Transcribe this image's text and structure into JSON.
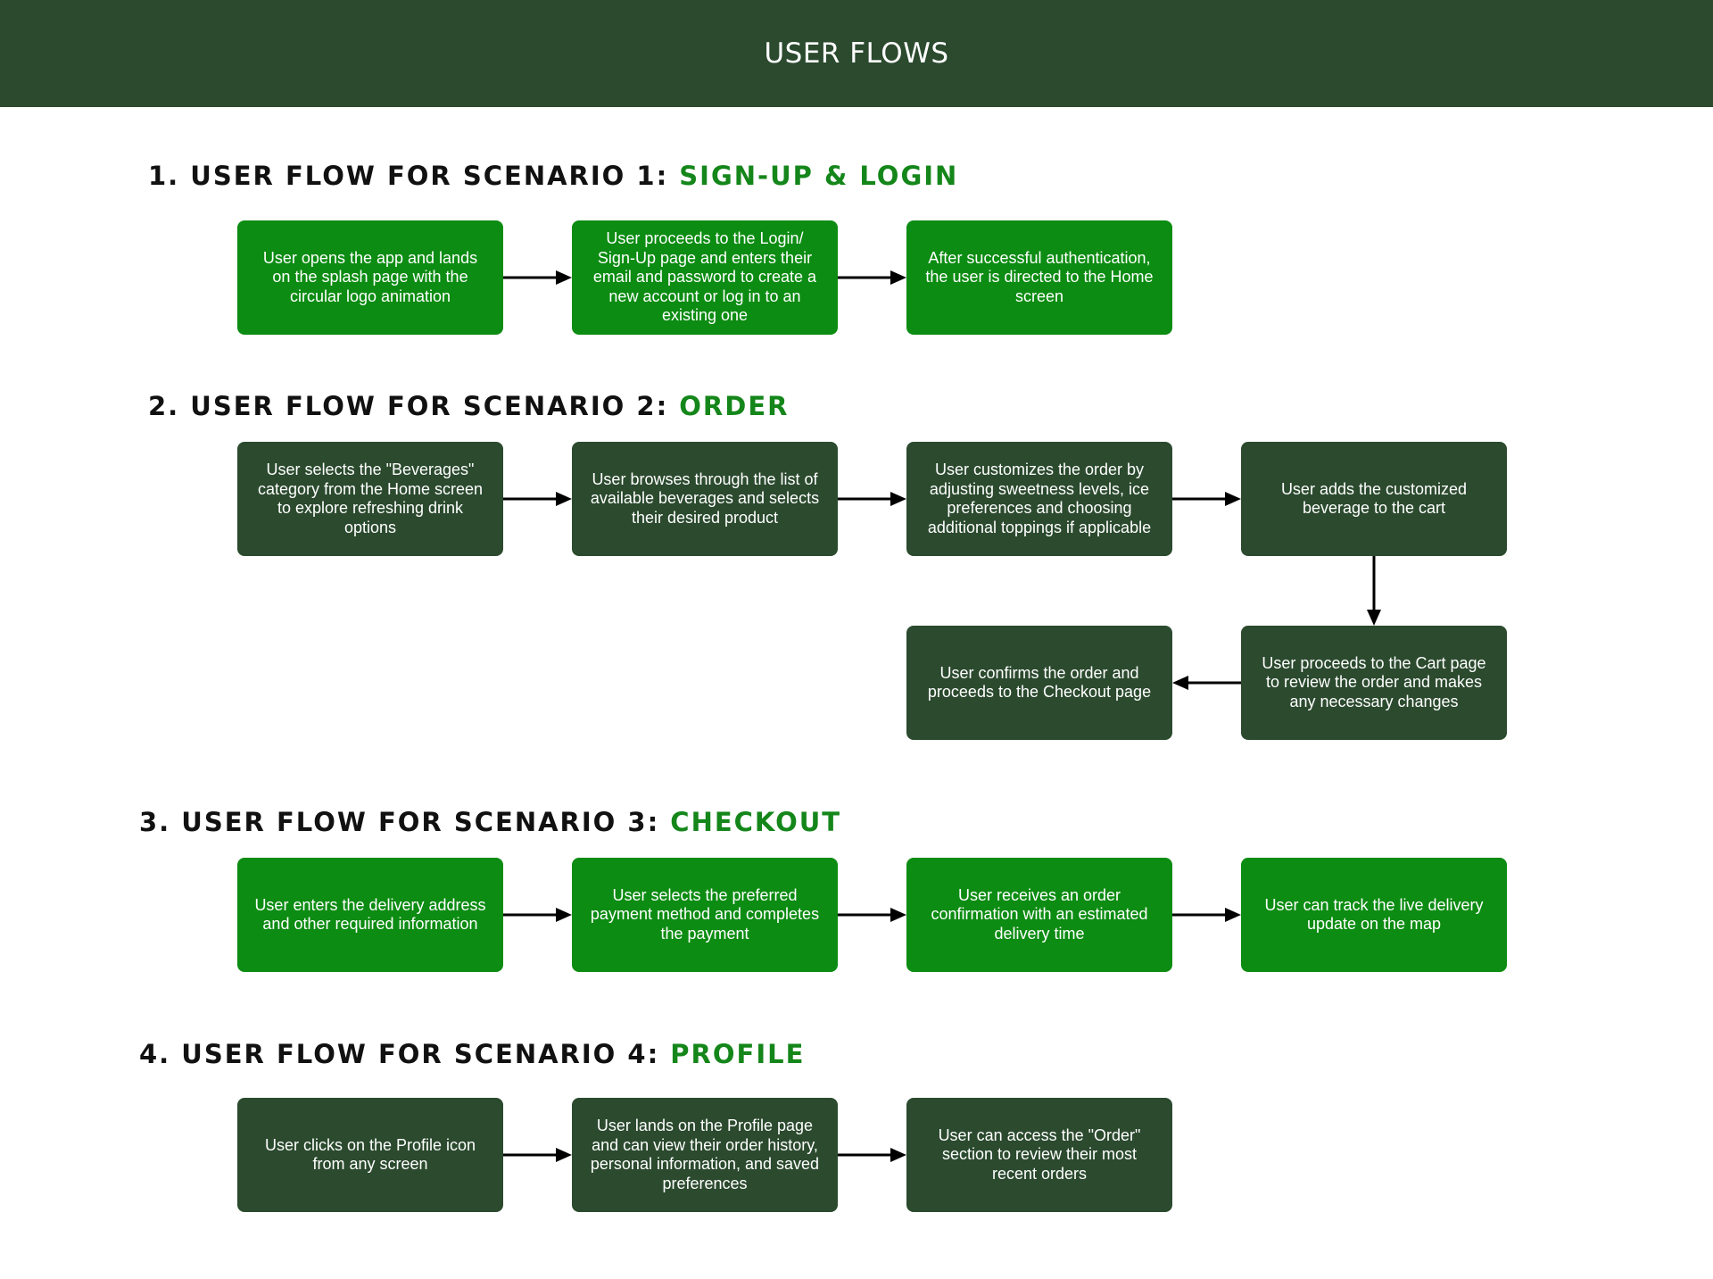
{
  "header": {
    "title": "USER FLOWS"
  },
  "colors": {
    "header_bg": "#2b4a2e",
    "accent_green": "#14861a",
    "light_box": "#0c8c12",
    "dark_box": "#2b4a2e"
  },
  "sections": [
    {
      "title_prefix": "1. USER FLOW FOR SCENARIO 1: ",
      "title_accent": "SIGN-UP & LOGIN",
      "steps": [
        "User opens the app and lands on the splash page with the circular logo animation",
        "User proceeds to the Login/ Sign-Up page and enters their email and password to create a new account or log in to an existing one",
        "After successful authentication, the user is directed to the Home screen"
      ]
    },
    {
      "title_prefix": "2. USER FLOW FOR SCENARIO 2: ",
      "title_accent": "ORDER",
      "steps": [
        "User selects the \"Beverages\" category from the Home screen to explore refreshing drink options",
        "User browses through the list of available beverages and selects their desired product",
        "User customizes the order by adjusting sweetness levels, ice preferences and choosing additional toppings if applicable",
        "User adds the customized beverage to the cart",
        "User proceeds to the Cart page to review the order and makes any necessary changes",
        "User confirms the order and proceeds to the Checkout page"
      ]
    },
    {
      "title_prefix": "3. USER FLOW FOR SCENARIO 3: ",
      "title_accent": "CHECKOUT",
      "steps": [
        "User enters the delivery address and other required information",
        "User selects the preferred payment method and completes the payment",
        "User receives an order confirmation with an estimated delivery time",
        "User can track the live delivery update on the map"
      ]
    },
    {
      "title_prefix": "4. USER FLOW FOR SCENARIO 4: ",
      "title_accent": "PROFILE",
      "steps": [
        "User clicks on the Profile icon from any screen",
        "User lands on the Profile page and can view their order history, personal information, and saved preferences",
        "User can access the \"Order\" section to review their most recent orders"
      ]
    }
  ]
}
